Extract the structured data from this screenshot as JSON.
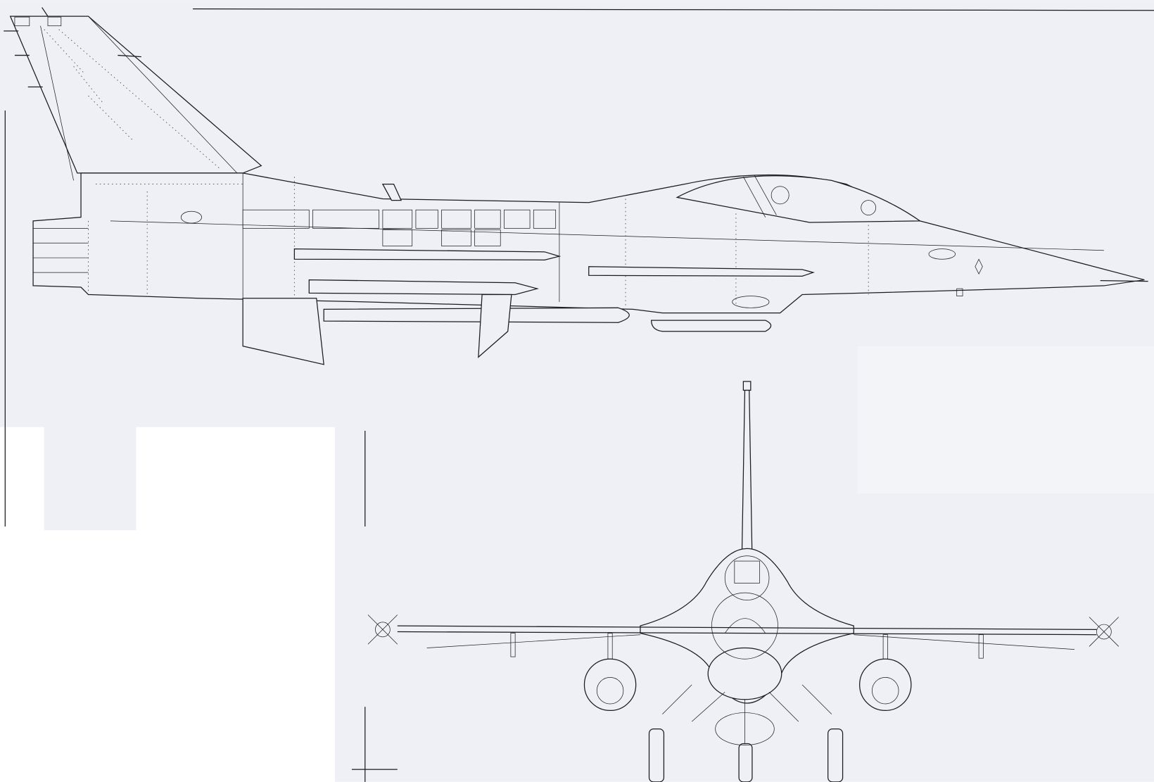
{
  "drawing": {
    "subject": "aircraft-line-drawing",
    "views": [
      "side-view",
      "front-view"
    ],
    "colors": {
      "background_tint": "#eef0f6",
      "paper": "#ffffff",
      "line": "#1c1c1e"
    }
  }
}
